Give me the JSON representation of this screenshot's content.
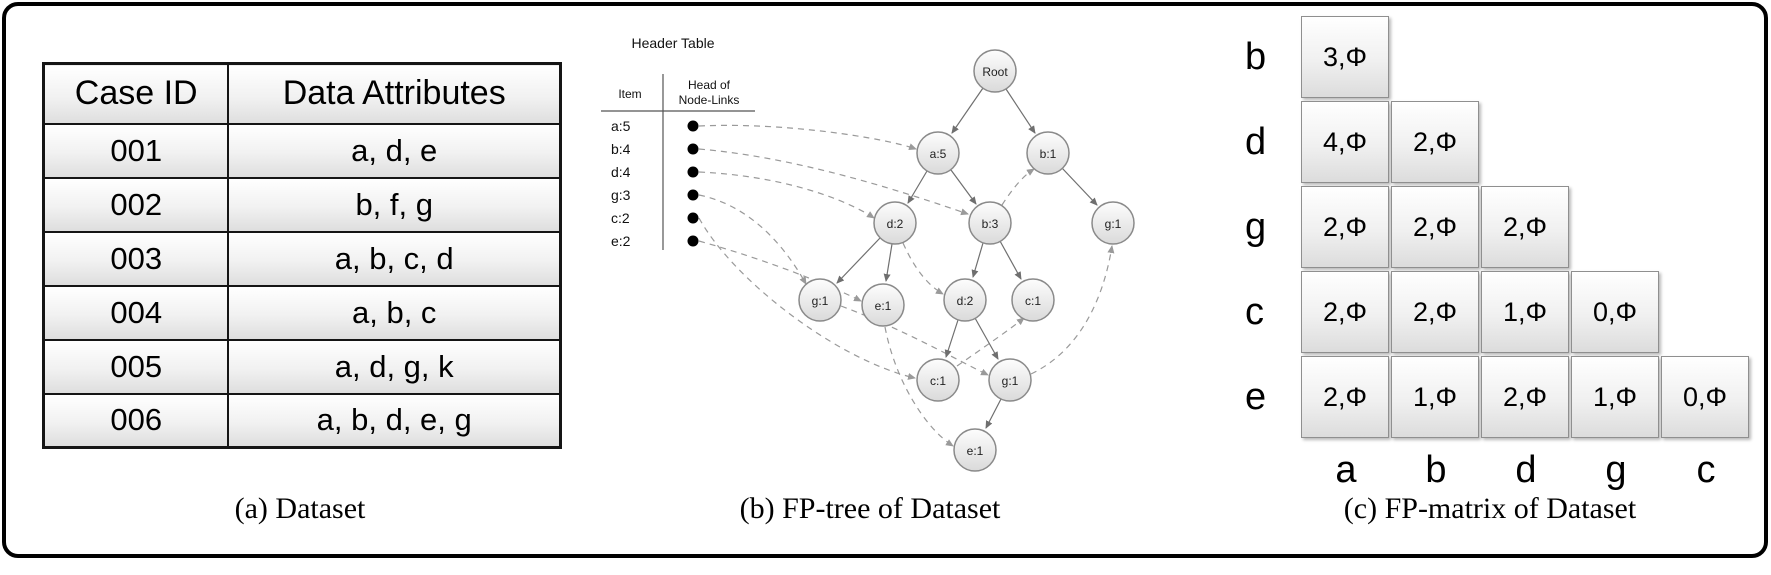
{
  "dataset": {
    "caption": "(a) Dataset",
    "table": {
      "headers": [
        "Case ID",
        "Data Attributes"
      ],
      "rows": [
        {
          "case_id": "001",
          "attributes": "a, d, e"
        },
        {
          "case_id": "002",
          "attributes": "b, f, g"
        },
        {
          "case_id": "003",
          "attributes": "a, b, c, d"
        },
        {
          "case_id": "004",
          "attributes": "a, b, c"
        },
        {
          "case_id": "005",
          "attributes": "a, d, g, k"
        },
        {
          "case_id": "006",
          "attributes": "a, b, d, e, g"
        }
      ]
    }
  },
  "fptree": {
    "caption": "(b) FP-tree of Dataset",
    "header_table": {
      "title": "Header Table",
      "item_col": "Item",
      "links_col_line1": "Head of",
      "links_col_line2": "Node-Links",
      "items": [
        "a:5",
        "b:4",
        "d:4",
        "g:3",
        "c:2",
        "e:2"
      ]
    },
    "nodes": [
      "Root",
      "a:5",
      "b:1",
      "d:2",
      "b:3",
      "g:1",
      "g:1",
      "e:1",
      "d:2",
      "c:1",
      "c:1",
      "g:1",
      "e:1"
    ]
  },
  "fpmatrix": {
    "caption": "(c) FP-matrix of Dataset",
    "row_labels": [
      "b",
      "d",
      "g",
      "c",
      "e"
    ],
    "col_labels": [
      "a",
      "b",
      "d",
      "g",
      "c"
    ],
    "cells": [
      [
        "3,Φ"
      ],
      [
        "4,Φ",
        "2,Φ"
      ],
      [
        "2,Φ",
        "2,Φ",
        "2,Φ"
      ],
      [
        "2,Φ",
        "2,Φ",
        "1,Φ",
        "0,Φ"
      ],
      [
        "2,Φ",
        "1,Φ",
        "2,Φ",
        "1,Φ",
        "0,Φ"
      ]
    ]
  },
  "colors": {
    "frame_border": "#000000",
    "node_stroke": "#8a8a8a",
    "tree_edge": "#6f6f6f",
    "node_link_dashed": "#9a9a9a",
    "cell_border": "#8f8f8f"
  }
}
